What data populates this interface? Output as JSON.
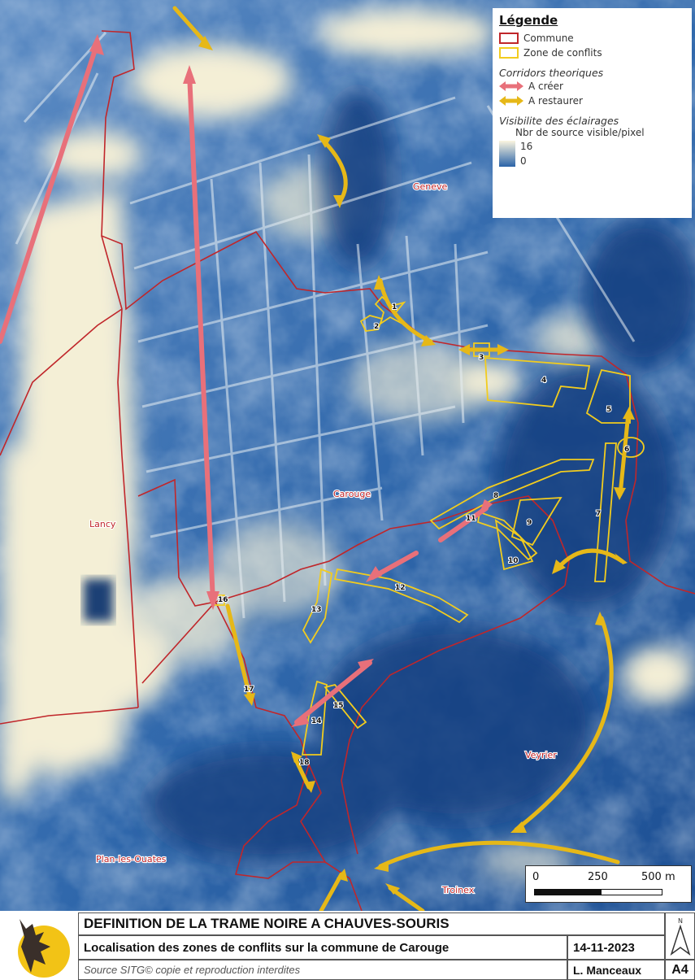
{
  "legend": {
    "title": "Légende",
    "commune": "Commune",
    "conflict_zone": "Zone de conflits",
    "corridors_title": "Corridors theoriques",
    "create": "A créer",
    "restore": "A restaurer",
    "visibility_title": "Visibilite des éclairages",
    "visibility_unit": "Nbr de source visible/pixel",
    "max": "16",
    "min": "0"
  },
  "places": {
    "geneve": "Geneve",
    "carouge": "Carouge",
    "lancy": "Lancy",
    "veyrier": "Veyrier",
    "plan_les_ouates": "Plan-les-Ouates",
    "troinex": "Troinex"
  },
  "zones": [
    "1",
    "2",
    "3",
    "4",
    "5",
    "6",
    "7",
    "8",
    "9",
    "10",
    "11",
    "12",
    "13",
    "14",
    "15",
    "16",
    "17",
    "18"
  ],
  "scale": {
    "zero": "0",
    "mid": "250",
    "end": "500 m"
  },
  "footer": {
    "title": "DEFINITION DE LA TRAME NOIRE A CHAUVES-SOURIS",
    "subtitle": "Localisation des zones de conflits sur la commune de Carouge",
    "date": "14-11-2023",
    "source": "Source SITG© copie et reproduction interdites",
    "author": "L. Manceaux",
    "format": "A4",
    "north": "N"
  },
  "colors": {
    "commune": "#c0262a",
    "conflict": "#f2cc1e",
    "create": "#e8707a",
    "restore": "#e6b818",
    "dark": "#2a63a8",
    "light": "#fbf6e0"
  }
}
